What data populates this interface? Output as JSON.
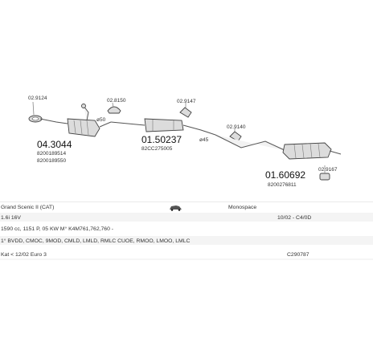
{
  "parts": {
    "p1": {
      "number": "02.9124"
    },
    "p2": {
      "number": "04.3044",
      "oem": [
        "8200189514",
        "8200189550"
      ]
    },
    "p3": {
      "number": "02.8150"
    },
    "p4": {
      "number": "01.50237",
      "oem": [
        "82CC275005"
      ]
    },
    "p5": {
      "number": "02.9147"
    },
    "p6": {
      "number": "02.9140"
    },
    "p7": {
      "number": "01.60692",
      "oem": [
        "8200276811"
      ]
    },
    "p8": {
      "number": "02.9167"
    }
  },
  "dims": {
    "d1": "ø50",
    "d2": "ø45"
  },
  "rows": {
    "r1": {
      "model": "Grand Scenic II (CAT)",
      "body": "Monospace"
    },
    "r2": {
      "engine": "1.6i 16V",
      "years": "10/02 - C4/0D"
    },
    "r3": {
      "spec": "1590 cc, 1151 P, 05 KW M° K4M761,762,760 -"
    },
    "r4": {
      "codes": "1° BVDD, CMOC, 9MOD, CMLD, LMLD, RMLC CUOE, RMOO, LMOO, LMLC"
    },
    "r5": {
      "note": "Kat < 12/02 Euro 3",
      "code": "C290787"
    }
  }
}
